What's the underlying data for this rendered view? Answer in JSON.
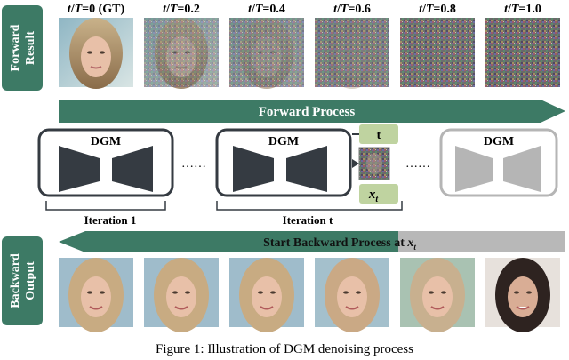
{
  "forward": {
    "side_label_line1": "Forward",
    "side_label_line2": "Result",
    "time_labels": [
      {
        "prefix": "t",
        "sep": "/",
        "var": "T",
        "value": "=0 (GT)"
      },
      {
        "prefix": "t",
        "sep": "/",
        "var": "T",
        "value": "=0.2"
      },
      {
        "prefix": "t",
        "sep": "/",
        "var": "T",
        "value": "=0.4"
      },
      {
        "prefix": "t",
        "sep": "/",
        "var": "T",
        "value": "=0.6"
      },
      {
        "prefix": "t",
        "sep": "/",
        "var": "T",
        "value": "=0.8"
      },
      {
        "prefix": "t",
        "sep": "/",
        "var": "T",
        "value": "=1.0"
      }
    ],
    "noise_levels": [
      0,
      0.2,
      0.4,
      0.6,
      0.8,
      1.0
    ],
    "process_label": "Forward Process"
  },
  "models": {
    "model_label": "DGM",
    "ellipsis": "……",
    "time_token": "t",
    "input_token_base": "x",
    "input_token_sub": "t",
    "iterations": [
      "Iteration 1",
      "Iteration t"
    ]
  },
  "backward": {
    "side_label_line1": "Backward",
    "side_label_line2": "Output",
    "process_label_text": "Start Backward Process at ",
    "process_label_var": "x",
    "process_label_sub": "t"
  },
  "caption": "Figure 1: Illustration of DGM denoising process",
  "colors": {
    "teal": "#3d7a65",
    "gray_arrow": "#b8b8b8",
    "dark_block": "#353b42",
    "light_block": "#b5b5b5",
    "token_bg": "#bfd3a0"
  }
}
